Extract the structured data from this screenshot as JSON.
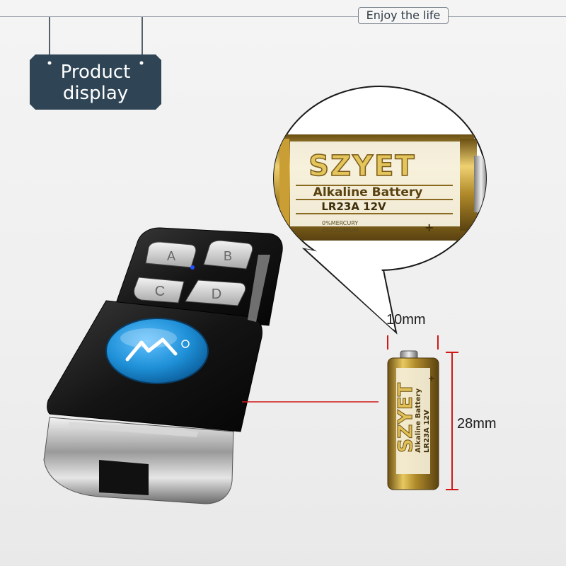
{
  "header": {
    "slogan": "Enjoy the life"
  },
  "sign": {
    "line1": "Product",
    "line2": "display"
  },
  "remote": {
    "buttons": [
      "A",
      "B",
      "C",
      "D"
    ],
    "logo_color": "#1e8fd6"
  },
  "battery": {
    "brand": "SZYET",
    "type": "Alkaline Battery",
    "model": "LR23A  12V",
    "fine_print_1": "0%MERCURY",
    "fine_print_2": "0%CADMIUM",
    "polarity": "+"
  },
  "dimensions": {
    "width": "10mm",
    "height": "28mm"
  },
  "colors": {
    "sign": "#2f4556",
    "dimension_line": "#d01818",
    "gold": "#c9a43a"
  }
}
